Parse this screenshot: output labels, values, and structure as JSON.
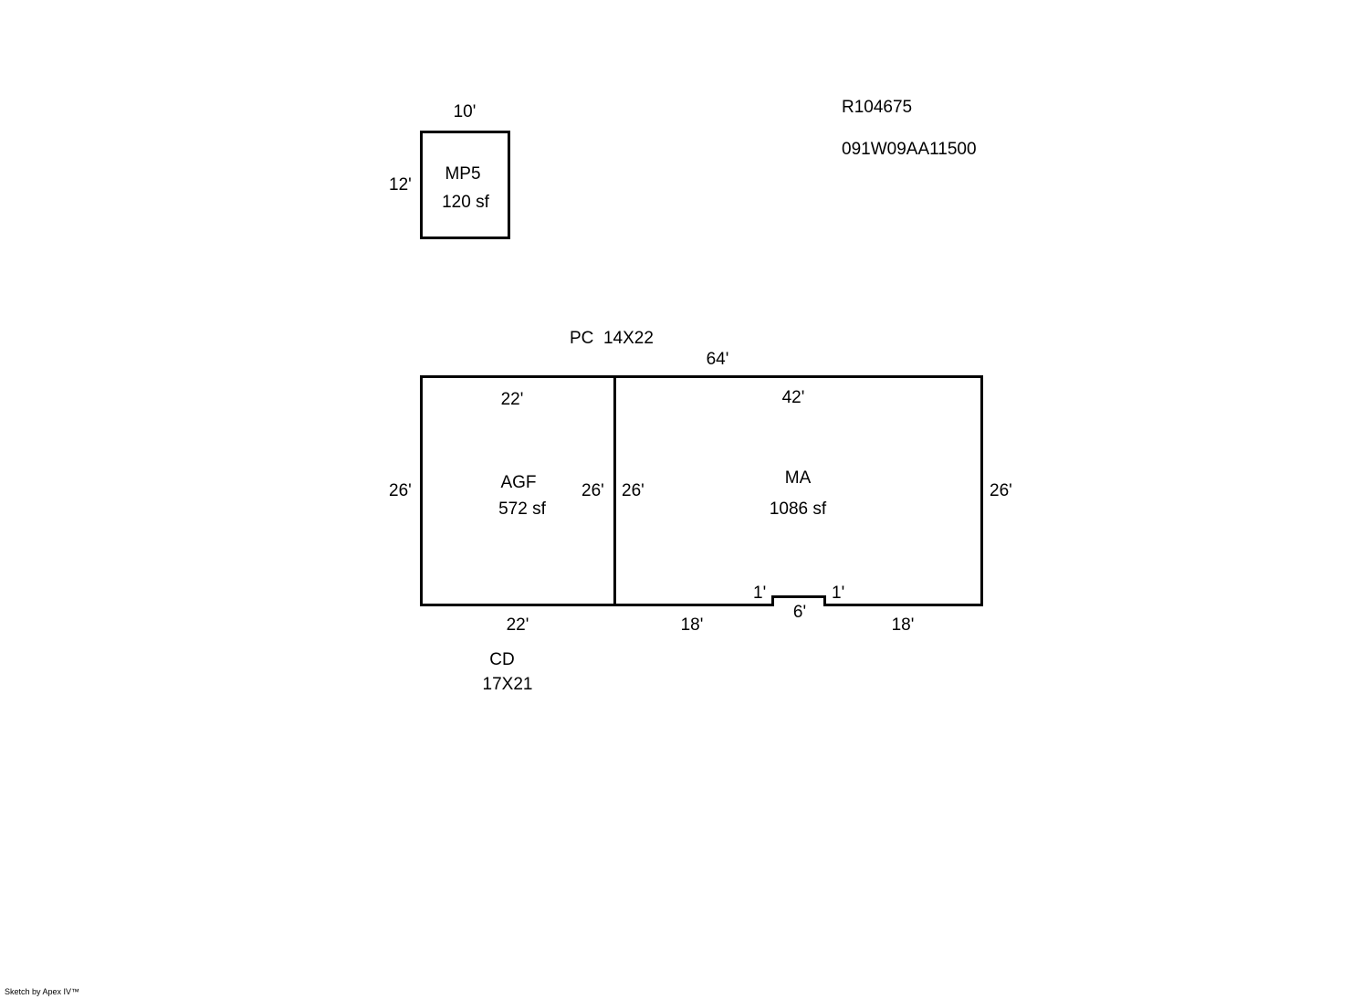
{
  "parcel": {
    "account": "R104675",
    "map_number": "091W09AA11500"
  },
  "mp5": {
    "name": "MP5",
    "area": "120 sf",
    "dim_top": "10'",
    "dim_left": "12'"
  },
  "pc": {
    "label": "PC  14X22"
  },
  "overall": {
    "dim_top": "64'"
  },
  "agf": {
    "name": "AGF",
    "area": "572 sf",
    "dim_top": "22'",
    "dim_left": "26'",
    "dim_right": "26'",
    "dim_bottom": "22'"
  },
  "ma": {
    "name": "MA",
    "area": "1086 sf",
    "dim_top": "42'",
    "dim_left": "26'",
    "dim_right": "26'",
    "dim_bottom_left": "18'",
    "dim_notch_left": "1'",
    "dim_notch": "6'",
    "dim_notch_right": "1'",
    "dim_bottom_right": "18'"
  },
  "cd": {
    "label": "CD",
    "size": "17X21"
  },
  "footer": {
    "credit": "Sketch by Apex IV™"
  },
  "colors": {
    "line": "#000000",
    "background": "#ffffff"
  }
}
